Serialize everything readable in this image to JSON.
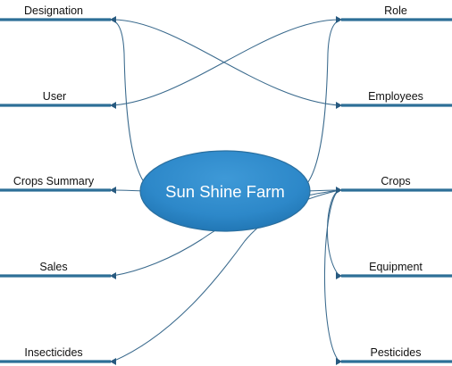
{
  "diagram": {
    "center": {
      "label": "Sun Shine Farm"
    },
    "nodes": {
      "designation": "Designation",
      "user": "User",
      "crops_summary": "Crops Summary",
      "sales": "Sales",
      "insecticides": "Insecticides",
      "role": "Role",
      "employees": "Employees",
      "crops": "Crops",
      "equipment": "Equipment",
      "pesticides": "Pesticides"
    }
  },
  "colors": {
    "node_line": "#2d6f97",
    "connector": "#3a6a8d",
    "arrow": "#275a80",
    "ellipse_fill": "#2d88c9",
    "ellipse_stroke": "#2a6f9f",
    "center_text": "#ffffff"
  }
}
